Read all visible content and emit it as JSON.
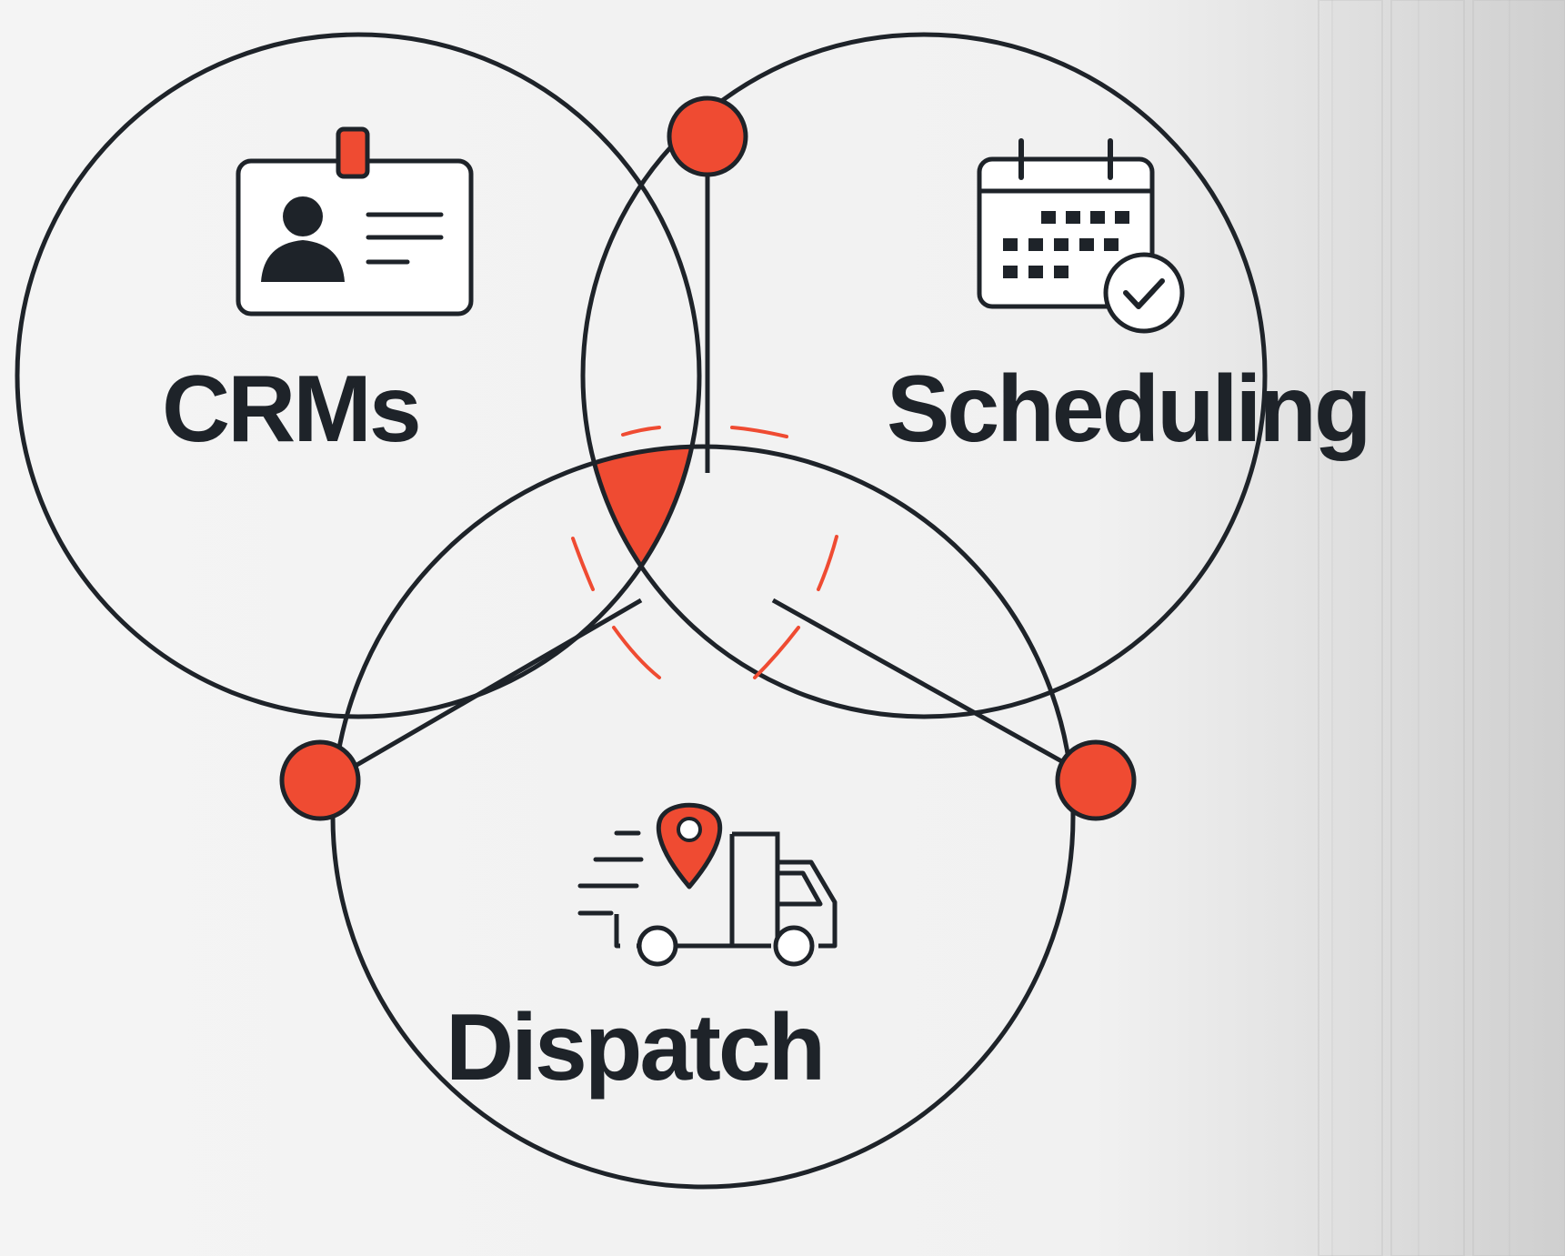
{
  "colors": {
    "accent": "#ef4b32",
    "ink": "#1e2329",
    "background": "#f3f3f3"
  },
  "sets": [
    {
      "id": "crms",
      "label": "CRMs",
      "icon": "id-badge-icon"
    },
    {
      "id": "scheduling",
      "label": "Scheduling",
      "icon": "calendar-check-icon"
    },
    {
      "id": "dispatch",
      "label": "Dispatch",
      "icon": "delivery-truck-location-icon"
    }
  ],
  "center_region": {
    "highlighted": true
  }
}
